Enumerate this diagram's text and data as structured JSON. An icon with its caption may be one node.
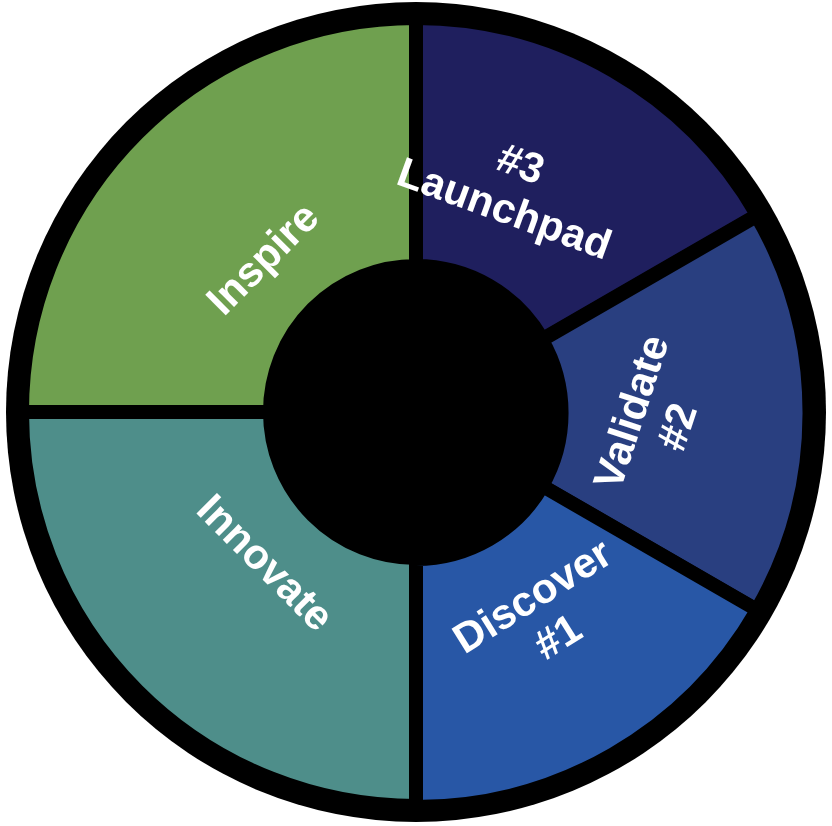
{
  "diagram": {
    "nodes": [
      {
        "text": [
          "Inspire"
        ]
      },
      {
        "text": [
          "#3",
          "Launchpad"
        ]
      },
      {
        "text": [
          "Validate",
          "#2"
        ]
      },
      {
        "text": [
          "Innovate"
        ]
      },
      {
        "text": [
          "Discover",
          "#1"
        ]
      }
    ]
  }
}
